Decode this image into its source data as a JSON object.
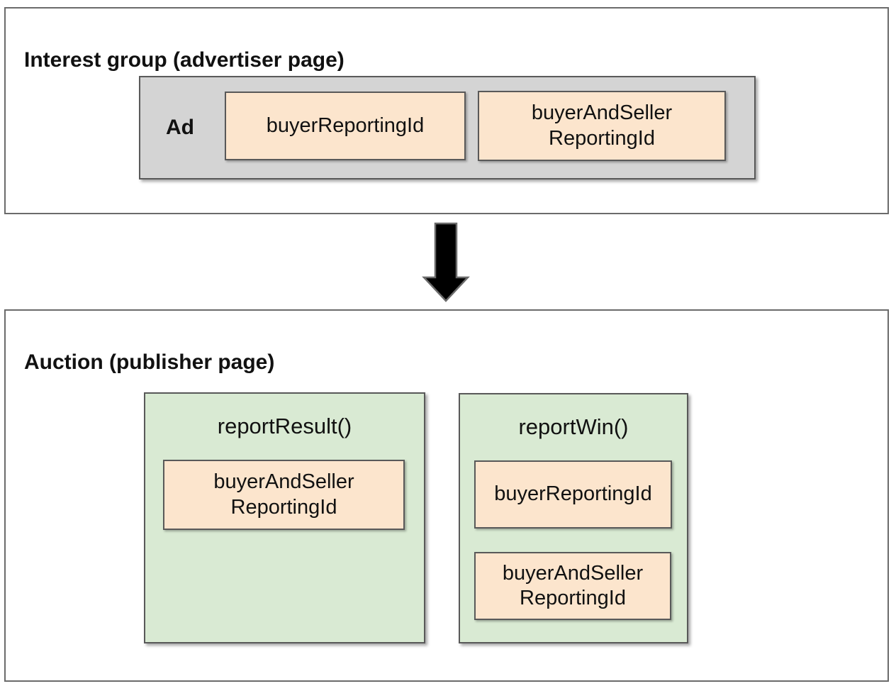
{
  "top_panel": {
    "title": "Interest group (advertiser page)",
    "ad_box": {
      "label": "Ad",
      "chips": [
        "buyerReportingId",
        "buyerAndSeller\nReportingId"
      ]
    }
  },
  "arrow": {
    "direction": "down"
  },
  "bottom_panel": {
    "title": "Auction (publisher page)",
    "report_result": {
      "title": "reportResult()",
      "chips": [
        "buyerAndSeller\nReportingId"
      ]
    },
    "report_win": {
      "title": "reportWin()",
      "chips": [
        "buyerReportingId",
        "buyerAndSeller\nReportingId"
      ]
    }
  },
  "colors": {
    "chip": "#fce5cd",
    "green": "#d9ead3",
    "gray": "#d4d4d4",
    "border": "#595959",
    "panelBorder": "#6b6b6b",
    "arrow": "#000000"
  }
}
